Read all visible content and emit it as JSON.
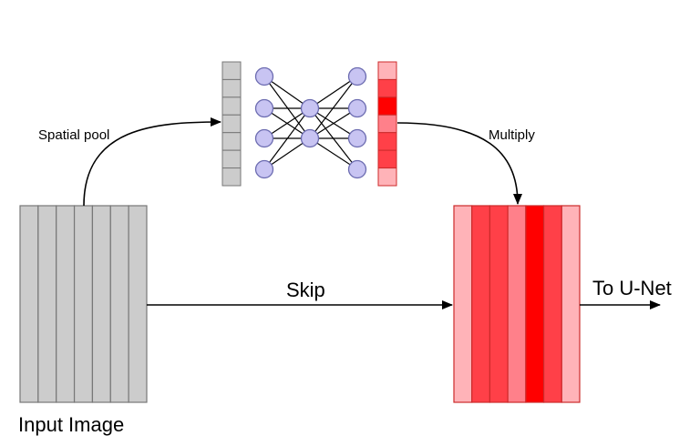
{
  "labels": {
    "spatial_pool": "Spatial pool",
    "multiply": "Multiply",
    "skip": "Skip",
    "to_unet": "To U-Net",
    "input_image": "Input Image"
  },
  "colors": {
    "gray_fill": "#cccccc",
    "gray_stroke": "#777777",
    "node_fill": "#c8c4f2",
    "node_stroke": "#6b6bb0",
    "red_light": "#ffb3b8",
    "red_mid": "#ff808a",
    "red_strong": "#ff4048",
    "red_full": "#ff0000",
    "red_stroke": "#cc2b2b",
    "line": "#000000"
  },
  "input_image": {
    "channel_count": 7
  },
  "pooled_vector": {
    "cell_count": 7
  },
  "weight_vector": {
    "cell_shades": [
      "red_light",
      "red_strong",
      "red_full",
      "red_mid",
      "red_strong",
      "red_strong",
      "red_light"
    ]
  },
  "output_image": {
    "channel_shades": [
      "red_light",
      "red_strong",
      "red_strong",
      "red_mid",
      "red_full",
      "red_strong",
      "red_light"
    ]
  },
  "network": {
    "layers": [
      4,
      2,
      4
    ]
  }
}
